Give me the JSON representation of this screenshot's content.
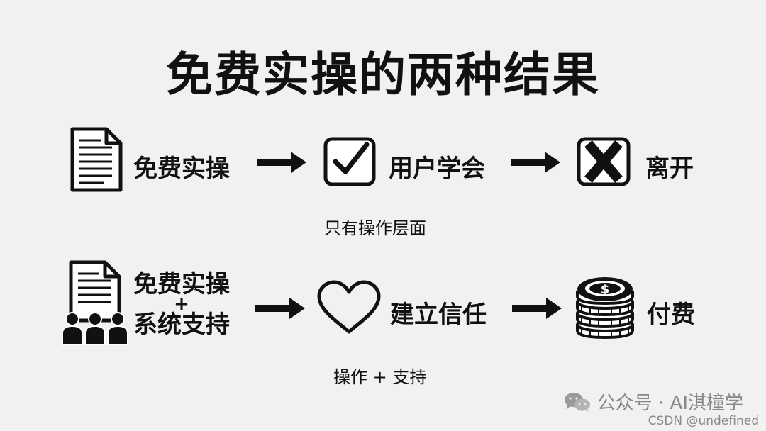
{
  "title": "免费实操的两种结果",
  "row1": {
    "step1_icon": "document-icon",
    "step1_label": "免费实操",
    "step2_icon": "checkbox-check-icon",
    "step2_label": "用户学会",
    "step3_icon": "x-box-icon",
    "step3_label": "离开",
    "note": "只有操作层面"
  },
  "row2": {
    "step1_icon": "document-with-people-icon",
    "step1_label_line1": "免费实操",
    "step1_plus": "+",
    "step1_label_line2": "系统支持",
    "step2_icon": "heart-icon",
    "step2_label": "建立信任",
    "step3_icon": "coin-stack-icon",
    "step3_label": "付费",
    "note": "操作 + 支持"
  },
  "watermark": {
    "text": "公众号 · AI淇橦学",
    "icon": "wechat-icon",
    "source": "CSDN @undefined"
  }
}
